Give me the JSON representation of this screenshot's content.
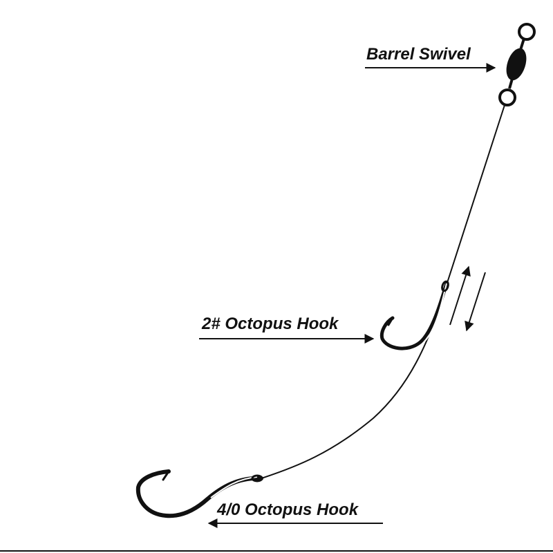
{
  "diagram": {
    "labels": {
      "swivel": "Barrel Swivel",
      "small_hook": "2# Octopus Hook",
      "large_hook": "4/0 Octopus Hook"
    },
    "colors": {
      "ink": "#111111",
      "background": "#ffffff"
    },
    "annotations": {
      "slide_indicator": "double-arrow"
    }
  }
}
